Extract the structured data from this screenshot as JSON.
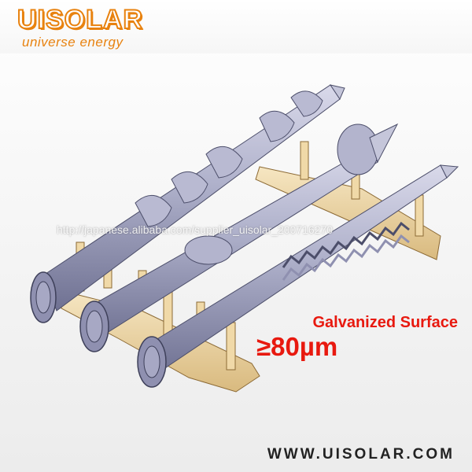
{
  "logo": {
    "wordmark": "UISOLAR",
    "tagline": "universe energy",
    "color": "#e8820f"
  },
  "watermark": {
    "text": "http://japanese.alibaba.com/supplier_uisolar_200716270"
  },
  "caption": {
    "line1": "Galvanized Surface",
    "line2": "≥80µm",
    "color": "#e8190f"
  },
  "footer": {
    "site": "WWW.UISOLAR.COM"
  },
  "colors": {
    "pipe": "#a7a8c4",
    "wood": "#f0d9a8",
    "background": "#f2f2f2"
  }
}
